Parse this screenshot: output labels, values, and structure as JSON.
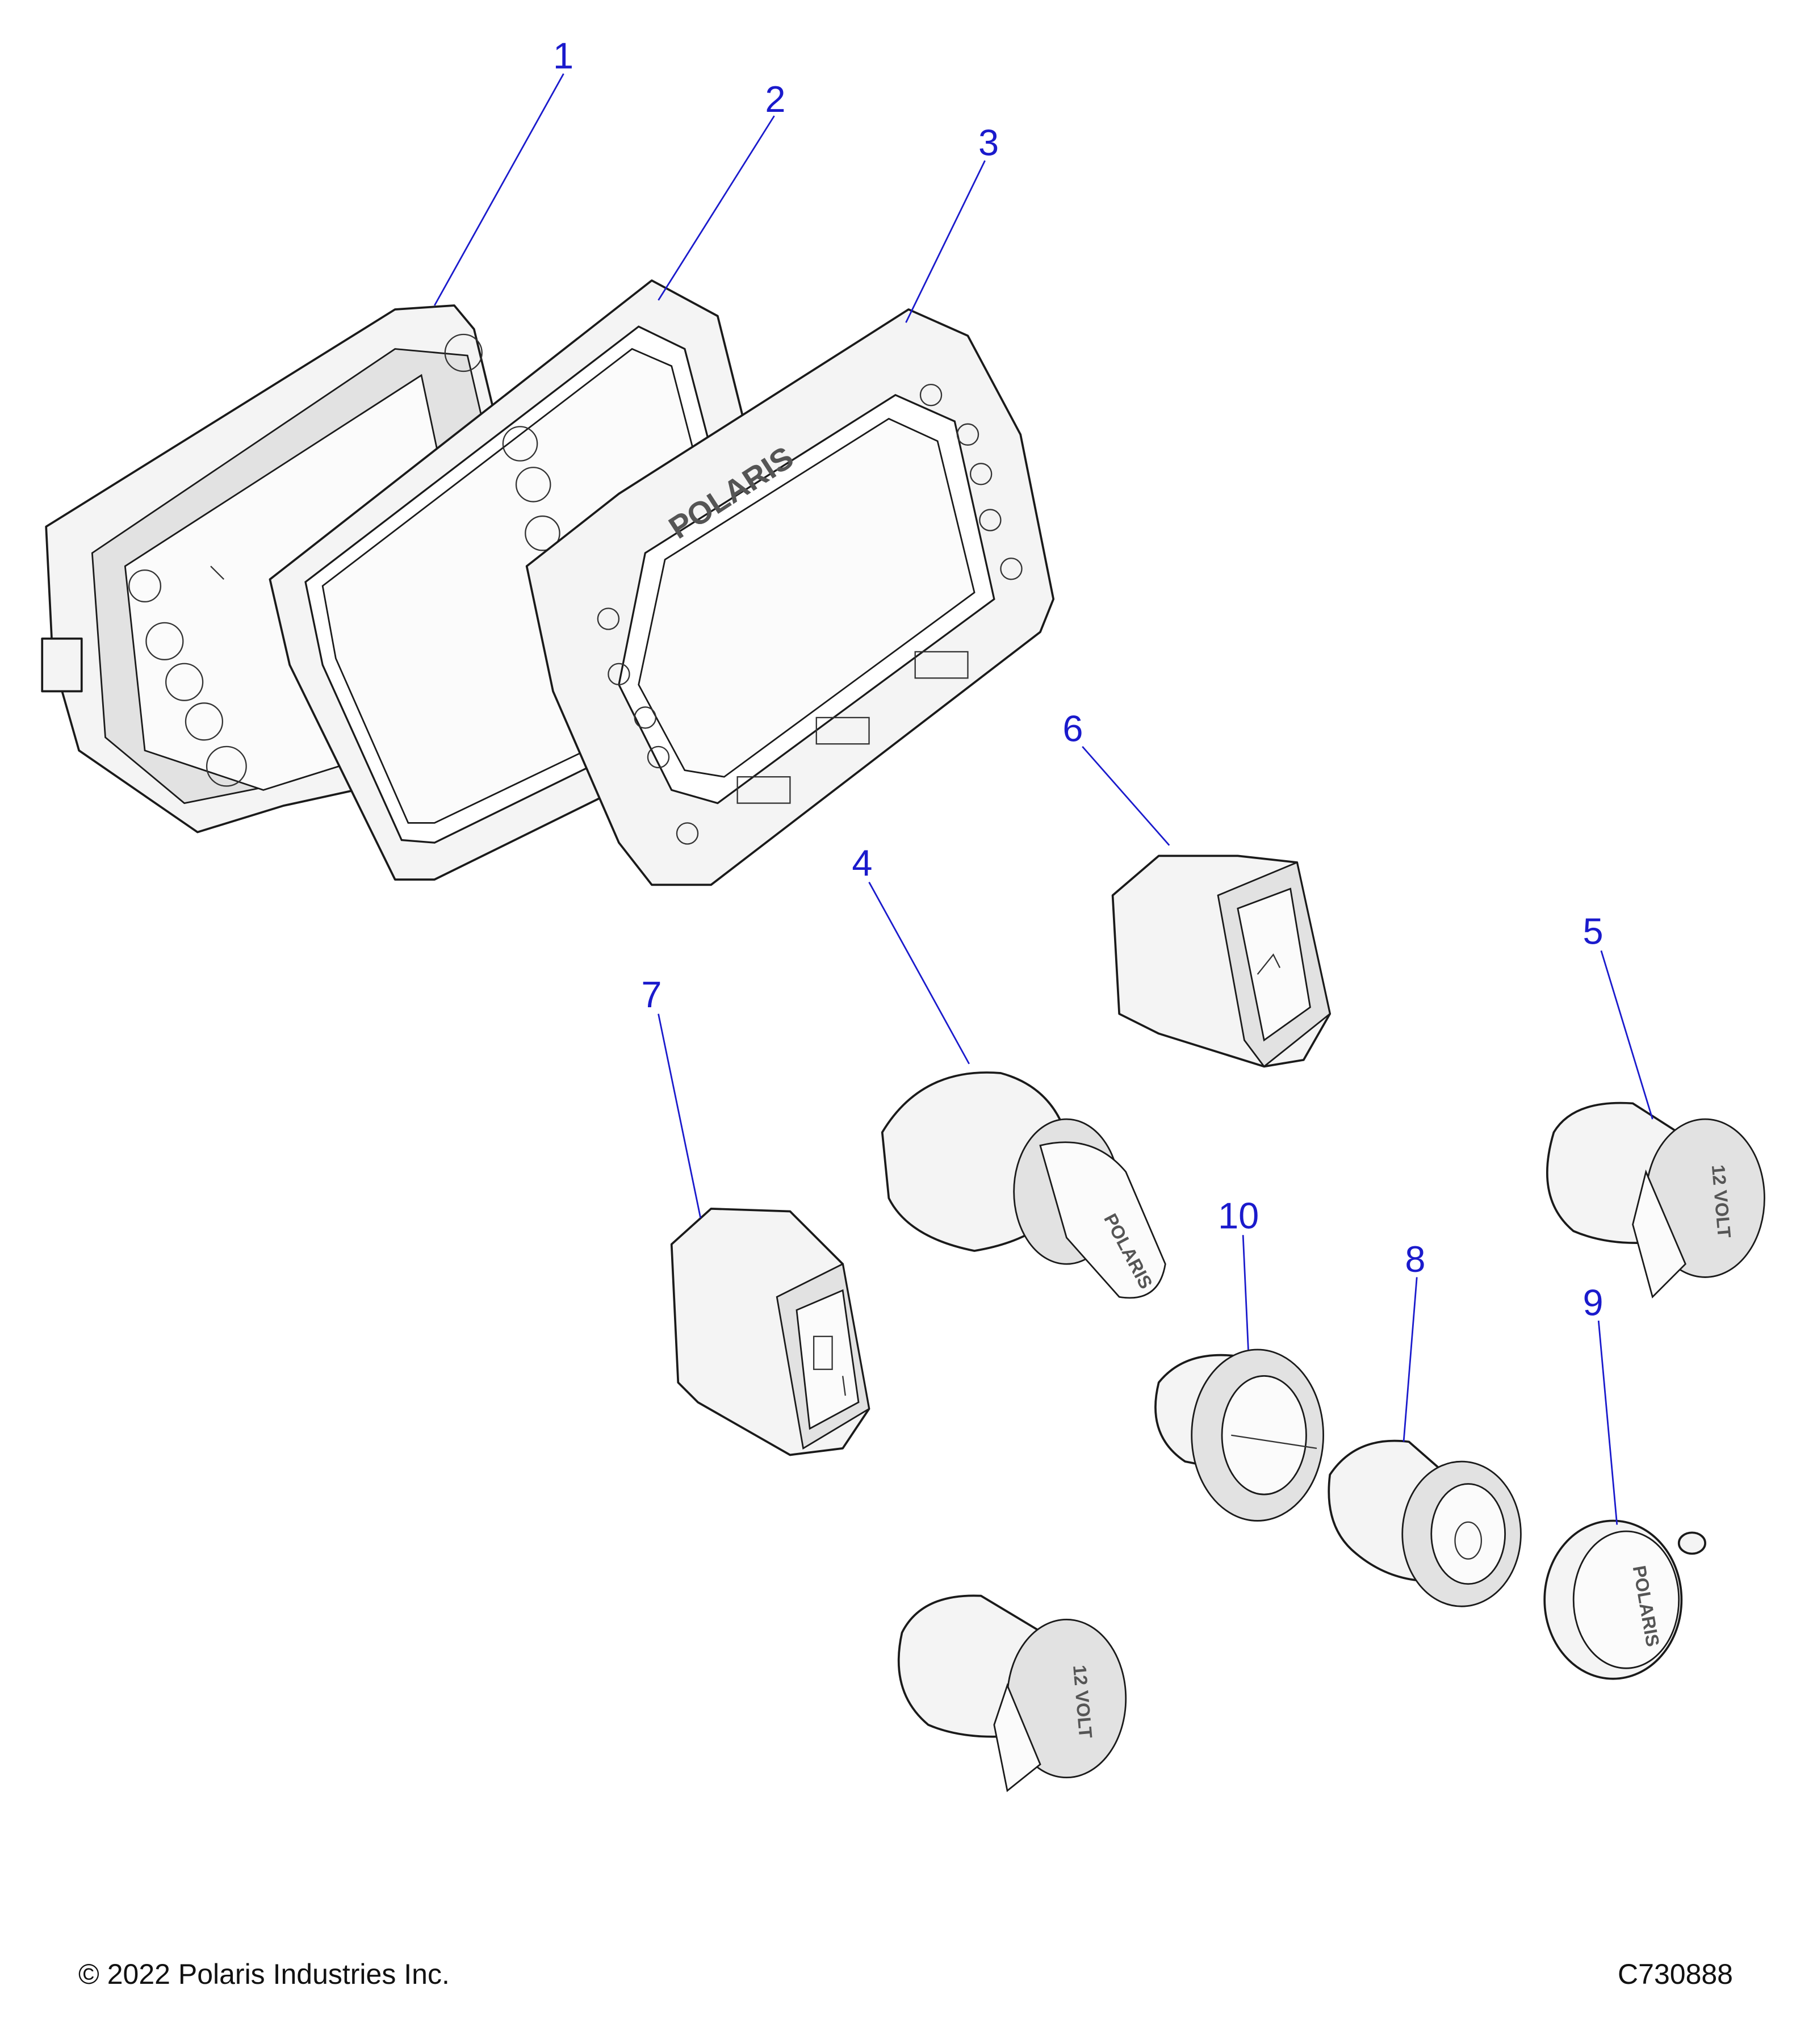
{
  "callouts": {
    "c1": "1",
    "c2": "2",
    "c3": "3",
    "c4": "4",
    "c5": "5",
    "c6": "6",
    "c7": "7",
    "c8": "8",
    "c9": "9",
    "c10": "10"
  },
  "embossed": {
    "bezel_logo": "POLARIS",
    "key_logo": "POLARIS",
    "cap_logo": "POLARIS",
    "socket_label": "12 VOLT"
  },
  "footer": {
    "copyright": "© 2022 Polaris Industries Inc.",
    "drawing_number": "C730888"
  },
  "colors": {
    "callout": "#1a1acc",
    "line": "#1a1a1a"
  }
}
